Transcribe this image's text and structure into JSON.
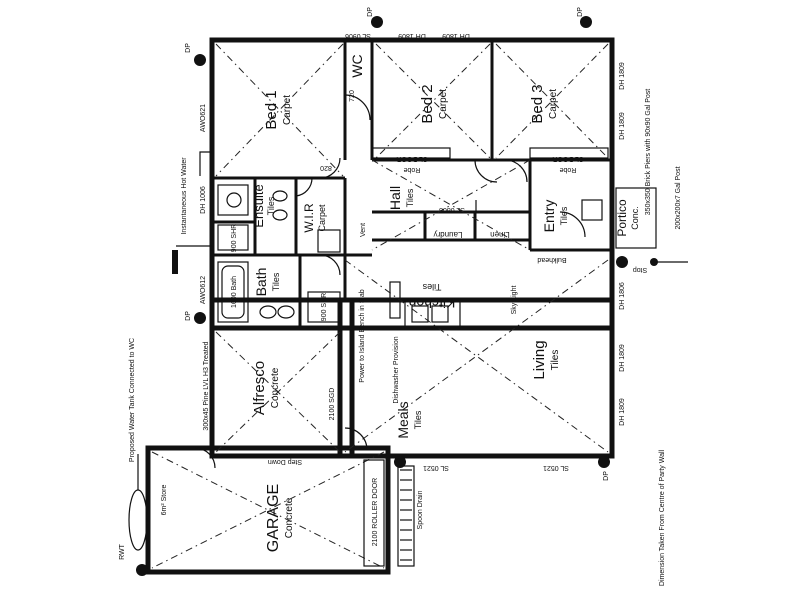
{
  "rooms": {
    "bed1": {
      "name": "Bed 1",
      "finish": "Carpet"
    },
    "bed2": {
      "name": "Bed 2",
      "finish": "Carpet"
    },
    "bed3": {
      "name": "Bed 3",
      "finish": "Carpet"
    },
    "wc": {
      "name": "WC"
    },
    "hall": {
      "name": "Hall",
      "finish": "Tiles"
    },
    "ensuite": {
      "name": "Ensuite",
      "finish": "Tiles"
    },
    "wir": {
      "name": "W.I.R",
      "finish": "Carpet"
    },
    "entry": {
      "name": "Entry",
      "finish": "Tiles"
    },
    "portico": {
      "name": "Portico",
      "finish": "Conc."
    },
    "bath": {
      "name": "Bath",
      "finish": "Tiles"
    },
    "kitchen": {
      "name": "Kitchen",
      "finish": "Tiles"
    },
    "living": {
      "name": "Living",
      "finish": "Tiles"
    },
    "alfresco": {
      "name": "Alfresco",
      "finish": "Concrete"
    },
    "meals": {
      "name": "Meals",
      "finish": "Tiles"
    },
    "garage": {
      "name": "GARAGE",
      "finish": "Concrete"
    }
  },
  "fixtures": {
    "robe": "Robe",
    "sl_door": "SL DOOR",
    "laundry": "Laundry",
    "linen": "Linen",
    "shr": "900 SHR",
    "bath_1600": "1600 Bath",
    "door_720": "720",
    "door_820": "820",
    "roller_door": "2100 ROLLER DOOR",
    "sgd": "2100 SGD",
    "step_down": "Step Down",
    "sky_light": "Sky Light",
    "vent": "Vent",
    "bulkhead": "Bulkhead"
  },
  "window_codes": {
    "sl0906": "SL 0906",
    "dh1809": "DH 1809",
    "dh1006": "DH 1006",
    "awo621": "AWO621",
    "awo612": "AWO612",
    "sl0521": "SL 0521",
    "sl0808": "SL 0808",
    "dh1806": "DH 1806"
  },
  "notes": {
    "hot_water": "Instantaneous Hot Water",
    "tank": "Proposed Water Tank Connected to WC",
    "pier": "350x350 Brick Piers with 90x90 Gal Post",
    "brick_pier_2": "200x200x7 Gal Post",
    "beam": "300x45 Pine LVL H3 Treated",
    "power": "Power to Island Bench in Slab",
    "dishwasher": "Dishwasher Provision",
    "dimension": "Dimension Taken From Centre of Party Wall",
    "spoon_drain": "Spoon Drain",
    "store": "6m² Store",
    "dp": "DP",
    "rwt": "RWT",
    "stop": "Stop"
  }
}
